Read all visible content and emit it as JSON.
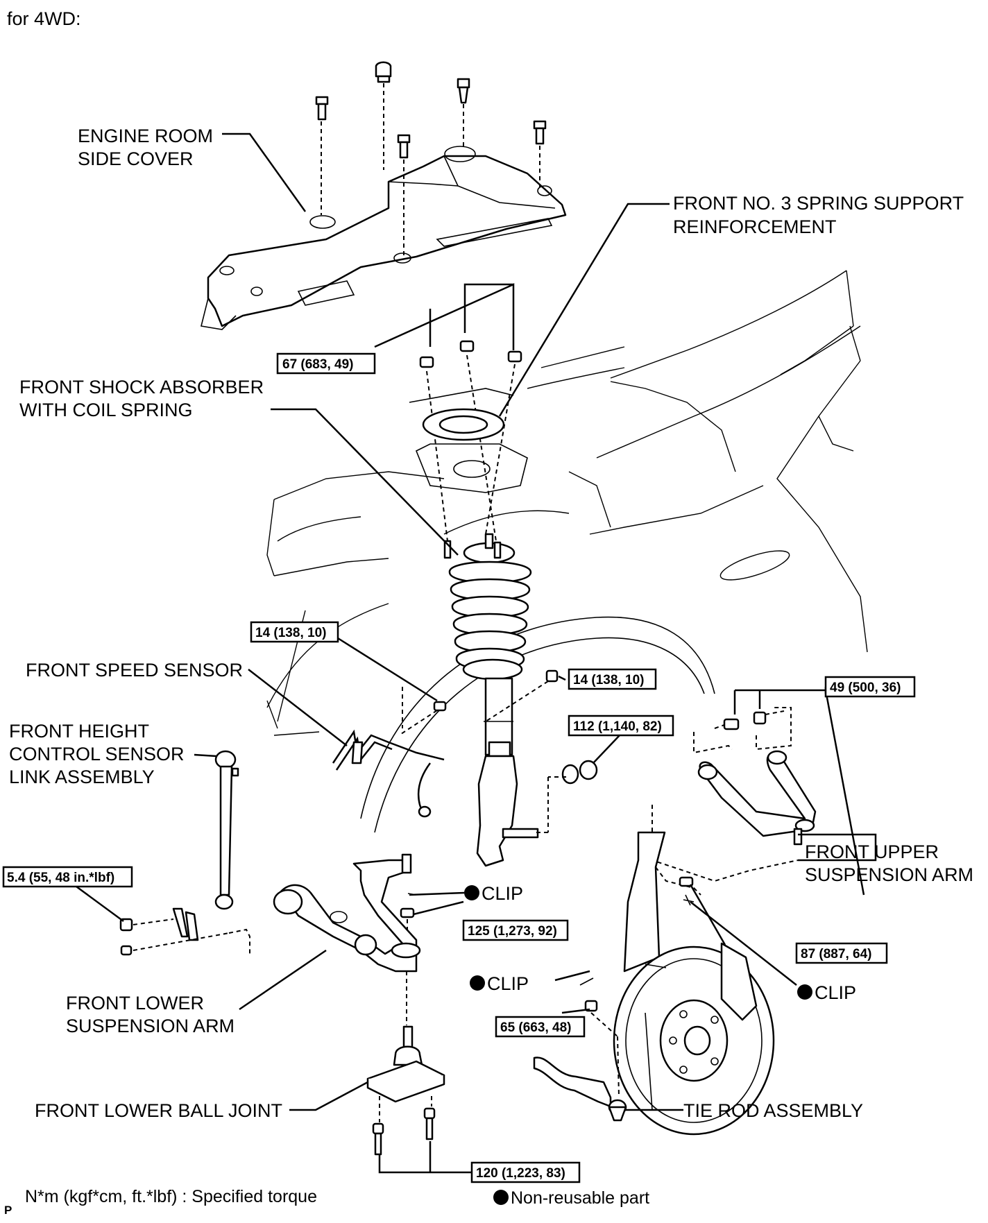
{
  "header": {
    "title": "for 4WD:"
  },
  "labels": {
    "engine_room_side_cover": [
      "ENGINE ROOM",
      "SIDE COVER"
    ],
    "front_no3_spring_support": [
      "FRONT NO. 3 SPRING SUPPORT",
      "REINFORCEMENT"
    ],
    "front_shock_absorber": [
      "FRONT SHOCK ABSORBER",
      "WITH COIL SPRING"
    ],
    "front_speed_sensor": [
      "FRONT SPEED SENSOR"
    ],
    "front_height_control_sensor": [
      "FRONT HEIGHT",
      "CONTROL SENSOR",
      "LINK ASSEMBLY"
    ],
    "front_upper_suspension_arm": [
      "FRONT UPPER",
      "SUSPENSION ARM"
    ],
    "front_lower_suspension_arm": [
      "FRONT LOWER",
      "SUSPENSION ARM"
    ],
    "front_lower_ball_joint": [
      "FRONT LOWER BALL JOINT"
    ],
    "tie_rod_assembly": [
      "TIE ROD ASSEMBLY"
    ]
  },
  "clips": {
    "clip_1": "CLIP",
    "clip_2": "CLIP",
    "clip_3": "CLIP"
  },
  "torques": {
    "strut_upper_nuts": "67 (683, 49)",
    "speed_sensor_bolt": "14 (138, 10)",
    "shock_bracket_bolt": "14 (138, 10)",
    "upper_arm_bolts": "49 (500, 36)",
    "shock_lower_nut": "112 (1,140, 82)",
    "height_sensor_nut": "5.4 (55, 48 in.*lbf)",
    "lower_arm_ball_nut": "125 (1,273, 92)",
    "upper_arm_ball_nut": "87 (887, 64)",
    "tie_rod_nut": "65 (663, 48)",
    "ball_joint_bolts": "120 (1,223, 83)"
  },
  "legend": {
    "torque_units": "N*m (kgf*cm, ft.*lbf)  : Specified torque",
    "non_reusable": "Non-reusable part",
    "page_marker": "P"
  }
}
